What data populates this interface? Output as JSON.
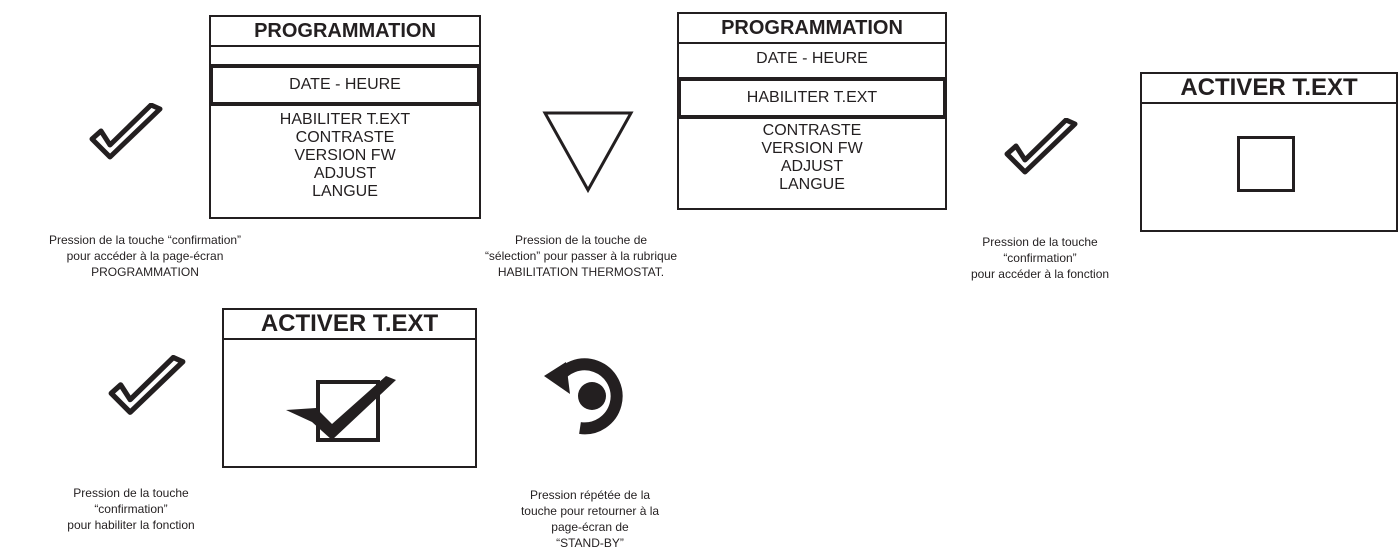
{
  "screen1": {
    "title": "PROGRAMMATION",
    "selected": "DATE - HEURE",
    "items": [
      "HABILITER T.EXT",
      "CONTRASTE",
      "VERSION FW",
      "ADJUST",
      "LANGUE"
    ]
  },
  "screen2": {
    "title": "PROGRAMMATION",
    "first": "DATE - HEURE",
    "selected": "HABILITER T.EXT",
    "items": [
      "CONTRASTE",
      "VERSION FW",
      "ADJUST",
      "LANGUE"
    ]
  },
  "screen3": {
    "title": "ACTIVER T.EXT"
  },
  "screen4": {
    "title": "ACTIVER T.EXT"
  },
  "captions": {
    "step1": "Pression de la touche “confirmation”\npour accéder à la page-écran\nPROGRAMMATION",
    "step2": "Pression de la touche de\n“sélection” pour passer à la rubrique\nHABILITATION THERMOSTAT.",
    "step3": "Pression de la touche\n“confirmation”\npour accéder à la fonction",
    "step4": "Pression de la touche\n“confirmation”\npour habiliter la fonction",
    "step5": "Pression répétée de la\ntouche pour retourner à la\npage-écran de\n“STAND-BY”"
  },
  "icons": [
    "check-icon",
    "down-triangle-icon",
    "check-icon",
    "check-icon",
    "back-arrow-icon"
  ]
}
